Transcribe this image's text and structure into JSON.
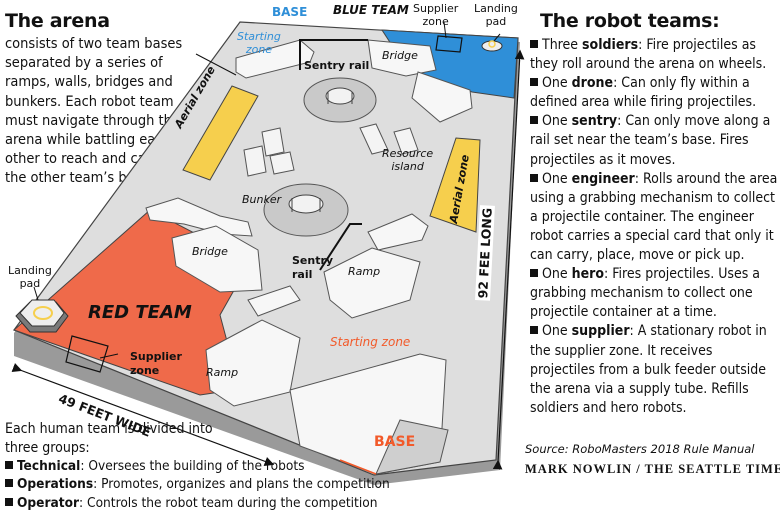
{
  "arena": {
    "title": "The arena",
    "description": "consists of two team bases separated by a series of ramps, walls, bridges and bunkers. Each robot team must navigate through the arena while battling each other to reach and capture the other team’s base."
  },
  "labels": {
    "base_top": "BASE",
    "blue_team": "BLUE TEAM",
    "supplier_zone_top": [
      "Supplier",
      "zone"
    ],
    "landing_pad_top": [
      "Landing",
      "pad"
    ],
    "starting_zone_top": [
      "Starting",
      "zone"
    ],
    "sentry_rail_top": "Sentry rail",
    "bridge_top": "Bridge",
    "aerial_zone_left": "Aerial zone",
    "aerial_zone_right": "Aerial zone",
    "resource_island": [
      "Resource",
      "island"
    ],
    "bunker": "Bunker",
    "bridge_left": "Bridge",
    "sentry_rail_mid": [
      "Sentry",
      "rail"
    ],
    "ramp_mid": "Ramp",
    "landing_pad_left": [
      "Landing",
      "pad"
    ],
    "red_team": "RED TEAM",
    "supplier_zone_bottom": [
      "Supplier",
      "zone"
    ],
    "ramp_bottom": "Ramp",
    "starting_zone_bottom": "Starting zone",
    "base_bottom": "BASE",
    "width_dim": "49 FEET WIDE",
    "length_dim": "92 FEE LONG"
  },
  "robots": {
    "title": "The robot teams:",
    "items": [
      {
        "pre": "Three ",
        "key": "soldiers",
        "text": ": Fire projectiles as they roll around the arena on wheels."
      },
      {
        "pre": "One ",
        "key": "drone",
        "text": ": Can only fly within a defined area while firing projectiles."
      },
      {
        "pre": "One ",
        "key": "sentry",
        "text": ": Can only move along a rail set near the team’s base. Fires projectiles as it moves."
      },
      {
        "pre": "One ",
        "key": "engineer",
        "text": ": Rolls around the area using a grabbing mechanism to collect a projectile container. The engineer robot carries a special card that only it can carry, place, move or pick up."
      },
      {
        "pre": "One ",
        "key": "hero",
        "text": ": Fires projectiles. Uses a grabbing mechanism to collect one projectile container at a time."
      },
      {
        "pre": "One ",
        "key": "supplier",
        "text": ": A stationary robot in the supplier zone. It receives projectiles from a bulk feeder outside the arena via a supply tube. Refills soldiers and hero robots."
      }
    ]
  },
  "human_team": {
    "intro": "Each human team is divided into three groups:",
    "groups": [
      {
        "key": "Technical",
        "text": ": Oversees the building of the robots"
      },
      {
        "key": "Operations",
        "text": ": Promotes, organizes and plans the competition"
      },
      {
        "key": "Operator",
        "text": ": Controls the robot team during the competition"
      }
    ]
  },
  "source": "Source: RoboMasters 2018 Rule Manual",
  "credit": "MARK NOWLIN / THE SEATTLE TIMES",
  "colors": {
    "red_team": "#ef6a4a",
    "blue_team": "#2f8fd8",
    "aerial_zone": "#f6cf4d",
    "floor": "#dcdcdc",
    "accent_orange": "#f25a2a"
  }
}
